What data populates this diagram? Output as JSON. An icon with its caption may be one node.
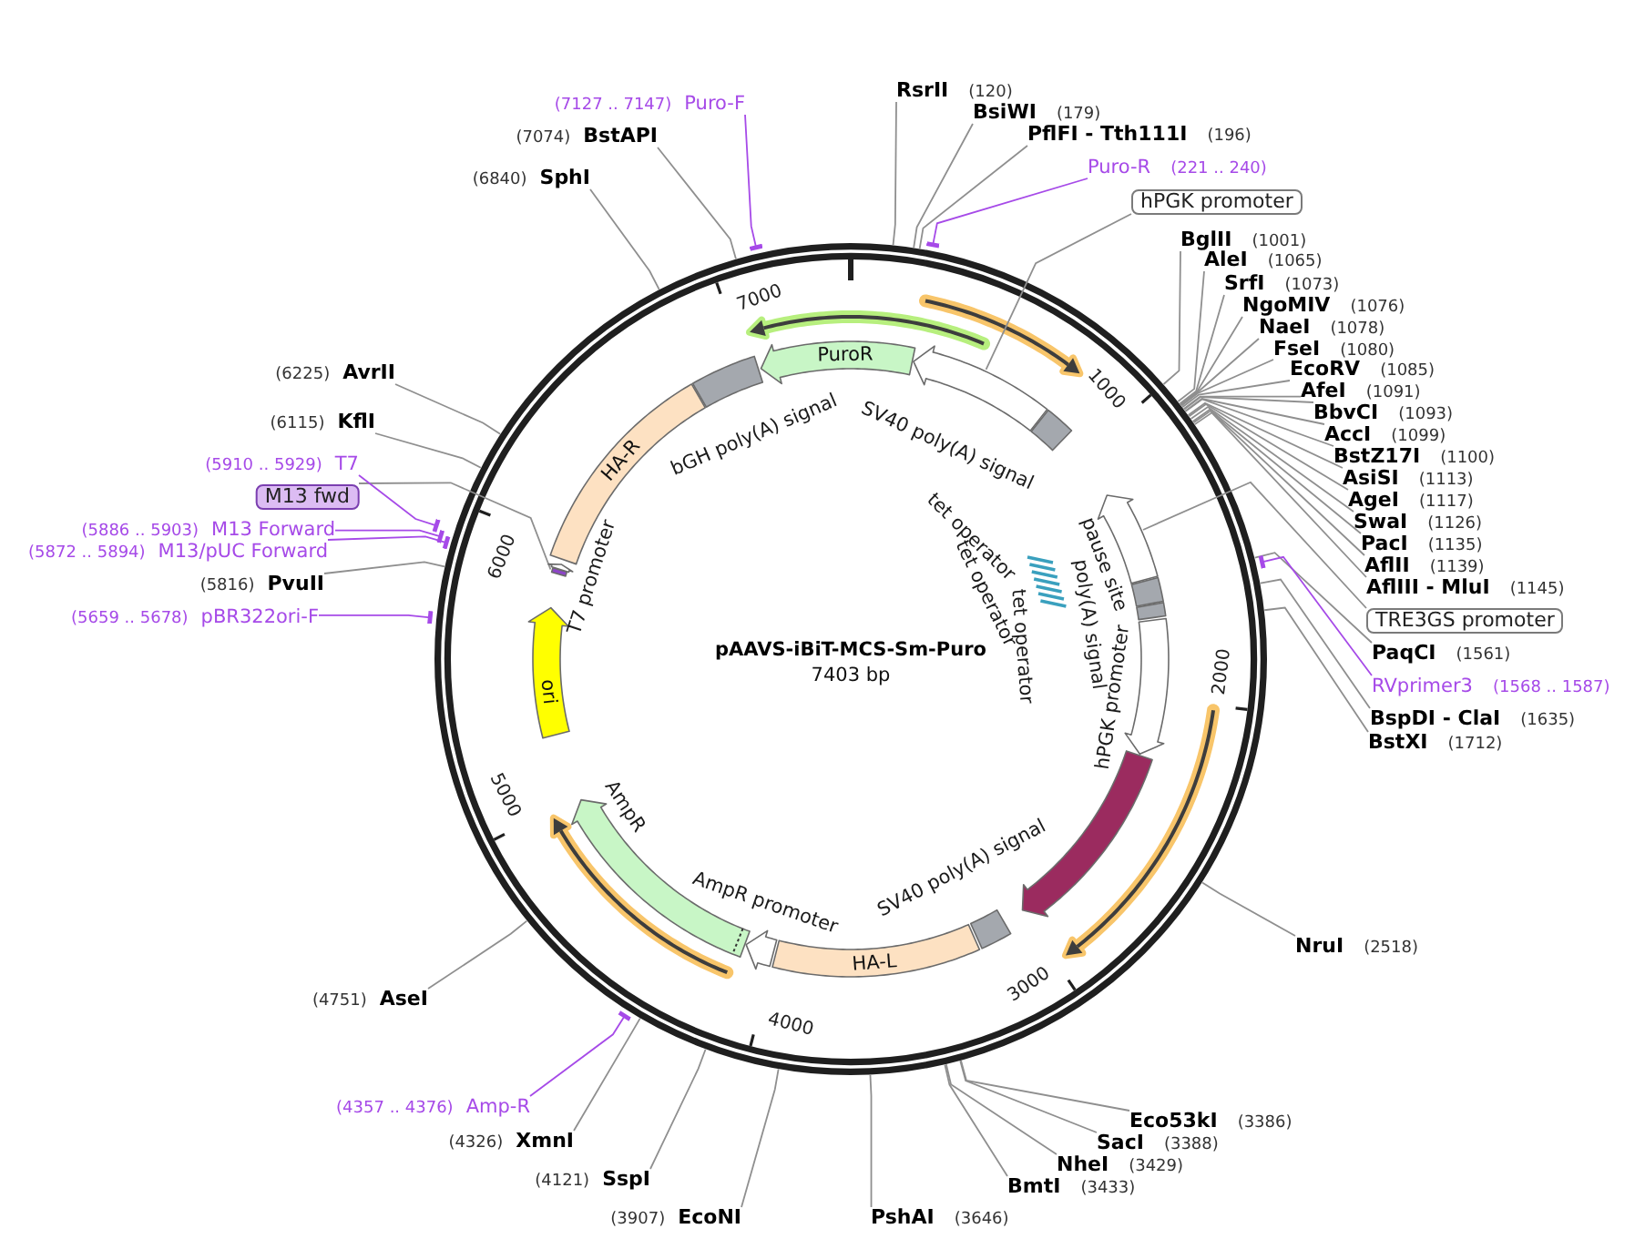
{
  "diagram": {
    "title": "pAAVS-iBiT-MCS-Sm-Puro",
    "nodes": [
      {
        "text": [
          "RsrII",
          "(120)"
        ]
      },
      {
        "text": [
          "BsiWI",
          "(179)"
        ]
      },
      {
        "text": [
          "PflFI - Tth111I",
          "(196)"
        ]
      },
      {
        "text": [
          "Puro-R",
          "(221 .. 240)"
        ]
      },
      {
        "text": [
          "hPGK promoter"
        ]
      },
      {
        "text": [
          "BglII",
          "(1001)"
        ]
      },
      {
        "text": [
          "AleI",
          "(1065)"
        ]
      },
      {
        "text": [
          "SrfI",
          "(1073)"
        ]
      },
      {
        "text": [
          "NgoMIV",
          "(1076)"
        ]
      },
      {
        "text": [
          "NaeI",
          "(1078)"
        ]
      },
      {
        "text": [
          "FseI",
          "(1080)"
        ]
      },
      {
        "text": [
          "EcoRV",
          "(1085)"
        ]
      },
      {
        "text": [
          "AfeI",
          "(1091)"
        ]
      },
      {
        "text": [
          "BbvCI",
          "(1093)"
        ]
      },
      {
        "text": [
          "AccI",
          "(1099)"
        ]
      },
      {
        "text": [
          "BstZ17I",
          "(1100)"
        ]
      },
      {
        "text": [
          "AsiSI",
          "(1113)"
        ]
      },
      {
        "text": [
          "AgeI",
          "(1117)"
        ]
      },
      {
        "text": [
          "SwaI",
          "(1126)"
        ]
      },
      {
        "text": [
          "PacI",
          "(1135)"
        ]
      },
      {
        "text": [
          "AflII",
          "(1139)"
        ]
      },
      {
        "text": [
          "AflIII - MluI",
          "(1145)"
        ]
      },
      {
        "text": [
          "TRE3GS promoter"
        ]
      },
      {
        "text": [
          "PaqCI",
          "(1561)"
        ]
      },
      {
        "text": [
          "RVprimer3",
          "(1568 .. 1587)"
        ]
      },
      {
        "text": [
          "BspDI - ClaI",
          "(1635)"
        ]
      },
      {
        "text": [
          "BstXI",
          "(1712)"
        ]
      },
      {
        "text": [
          "NruI",
          "(2518)"
        ]
      },
      {
        "text": [
          "Eco53kI",
          "(3386)"
        ]
      },
      {
        "text": [
          "SacI",
          "(3388)"
        ]
      },
      {
        "text": [
          "NheI",
          "(3429)"
        ]
      },
      {
        "text": [
          "BmtI",
          "(3433)"
        ]
      },
      {
        "text": [
          "PshAI",
          "(3646)"
        ]
      },
      {
        "text": [
          "(3907)",
          "EcoNI"
        ]
      },
      {
        "text": [
          "(4121)",
          "SspI"
        ]
      },
      {
        "text": [
          "(4326)",
          "XmnI"
        ]
      },
      {
        "text": [
          "(4357 .. 4376)",
          "Amp-R"
        ]
      },
      {
        "text": [
          "(4751)",
          "AseI"
        ]
      },
      {
        "text": [
          "(5659 .. 5678)",
          "pBR322ori-F"
        ]
      },
      {
        "text": [
          "(5816)",
          "PvuII"
        ]
      },
      {
        "text": [
          "(5872 .. 5894)",
          "M13/pUC Forward"
        ]
      },
      {
        "text": [
          "(5886 .. 5903)",
          "M13 Forward"
        ]
      },
      {
        "text": [
          "M13 fwd"
        ]
      },
      {
        "text": [
          "(5910 .. 5929)",
          "T7"
        ]
      },
      {
        "text": [
          "(6115)",
          "KflI"
        ]
      },
      {
        "text": [
          "(6225)",
          "AvrII"
        ]
      },
      {
        "text": [
          "(6840)",
          "SphI"
        ]
      },
      {
        "text": [
          "(7074)",
          "BstAPI"
        ]
      },
      {
        "text": [
          "(7127 .. 7147)",
          "Puro-F"
        ]
      },
      {
        "text": [],
        "shape": "arrow"
      },
      {
        "text": [],
        "shape": "box",
        "beside": [
          "SV40 poly(A) signal"
        ]
      },
      {
        "text": [],
        "shape": "arrow"
      },
      {
        "text": [],
        "shape": "bar",
        "beside": [
          "tet operator"
        ]
      },
      {
        "text": [],
        "shape": "bar",
        "beside": [
          "tet operator"
        ]
      },
      {
        "text": [],
        "shape": "bar",
        "beside": [
          "tet operator"
        ]
      },
      {
        "text": [],
        "shape": "box",
        "beside": [
          "pause site"
        ]
      },
      {
        "text": [],
        "shape": "box"
      },
      {
        "text": [],
        "shape": "arrow",
        "beside": [
          "hPGK promoter"
        ]
      },
      {
        "text": [],
        "shape": "arrow"
      },
      {
        "text": [],
        "shape": "box",
        "beside": [
          "SV40 poly(A) signal"
        ]
      },
      {
        "text": [
          "HA-L"
        ]
      },
      {
        "text": [],
        "shape": "arrow",
        "beside": [
          "AmpR promoter"
        ]
      },
      {
        "text": [],
        "shape": "arrow",
        "beside": [
          "AmpR"
        ]
      },
      {
        "text": [
          "ori"
        ]
      },
      {
        "text": [],
        "shape": "bar"
      },
      {
        "text": [],
        "shape": "arrow",
        "beside": [
          "T7 promoter"
        ]
      },
      {
        "text": [
          "HA-R"
        ]
      },
      {
        "text": [],
        "shape": "box",
        "beside": [
          "bGH poly(A) signal"
        ]
      },
      {
        "text": [
          "PuroR"
        ]
      }
    ],
    "edges": [
      {
        "from": 0,
        "to": null,
        "arrow": "none"
      },
      {
        "from": 1,
        "to": null,
        "arrow": "none"
      },
      {
        "from": 2,
        "to": null,
        "arrow": "none"
      },
      {
        "from": 3,
        "to": null,
        "arrow": "other",
        "color": "#a64ae8"
      },
      {
        "from": 4,
        "to": 49,
        "arrow": "none"
      },
      {
        "from": 5,
        "to": null,
        "arrow": "none"
      },
      {
        "from": 6,
        "to": null,
        "arrow": "none"
      },
      {
        "from": 7,
        "to": null,
        "arrow": "none"
      },
      {
        "from": 8,
        "to": null,
        "arrow": "none"
      },
      {
        "from": 9,
        "to": null,
        "arrow": "none"
      },
      {
        "from": 10,
        "to": null,
        "arrow": "none"
      },
      {
        "from": 11,
        "to": null,
        "arrow": "none"
      },
      {
        "from": 12,
        "to": null,
        "arrow": "none"
      },
      {
        "from": 13,
        "to": null,
        "arrow": "none"
      },
      {
        "from": 14,
        "to": null,
        "arrow": "none"
      },
      {
        "from": 15,
        "to": null,
        "arrow": "none"
      },
      {
        "from": 16,
        "to": null,
        "arrow": "none"
      },
      {
        "from": 17,
        "to": null,
        "arrow": "none"
      },
      {
        "from": 18,
        "to": null,
        "arrow": "none"
      },
      {
        "from": 19,
        "to": null,
        "arrow": "none"
      },
      {
        "from": 20,
        "to": null,
        "arrow": "none"
      },
      {
        "from": 21,
        "to": null,
        "arrow": "none"
      },
      {
        "from": 22,
        "to": 51,
        "arrow": "none"
      },
      {
        "from": 23,
        "to": null,
        "arrow": "none"
      },
      {
        "from": 24,
        "to": null,
        "arrow": "other",
        "color": "#a64ae8"
      },
      {
        "from": 25,
        "to": null,
        "arrow": "none"
      },
      {
        "from": 26,
        "to": null,
        "arrow": "none"
      },
      {
        "from": 27,
        "to": null,
        "arrow": "none"
      },
      {
        "from": 28,
        "to": null,
        "arrow": "none"
      },
      {
        "from": 29,
        "to": null,
        "arrow": "none"
      },
      {
        "from": 30,
        "to": null,
        "arrow": "none"
      },
      {
        "from": 31,
        "to": null,
        "arrow": "none"
      },
      {
        "from": 32,
        "to": null,
        "arrow": "none"
      },
      {
        "from": 33,
        "to": null,
        "arrow": "none"
      },
      {
        "from": 34,
        "to": null,
        "arrow": "none"
      },
      {
        "from": 35,
        "to": null,
        "arrow": "none"
      },
      {
        "from": 36,
        "to": null,
        "arrow": "other",
        "color": "#a64ae8"
      },
      {
        "from": 37,
        "to": null,
        "arrow": "none"
      },
      {
        "from": 38,
        "to": null,
        "arrow": "other",
        "color": "#a64ae8"
      },
      {
        "from": 39,
        "to": null,
        "arrow": "none"
      },
      {
        "from": 40,
        "to": null,
        "arrow": "other",
        "color": "#a64ae8"
      },
      {
        "from": 41,
        "to": null,
        "arrow": "other",
        "color": "#a64ae8"
      },
      {
        "from": 42,
        "to": 64,
        "arrow": "none"
      },
      {
        "from": 43,
        "to": null,
        "arrow": "other",
        "color": "#a64ae8"
      },
      {
        "from": 44,
        "to": null,
        "arrow": "none"
      },
      {
        "from": 45,
        "to": null,
        "arrow": "none"
      },
      {
        "from": 46,
        "to": null,
        "arrow": "none"
      },
      {
        "from": 47,
        "to": null,
        "arrow": "none"
      },
      {
        "from": 48,
        "to": null,
        "arrow": "other",
        "color": "#a64ae8"
      }
    ],
    "labels": [
      "7403 bp",
      "1000",
      "2000",
      "3000",
      "4000",
      "5000",
      "6000",
      "7000",
      "poly(A) signal"
    ]
  }
}
